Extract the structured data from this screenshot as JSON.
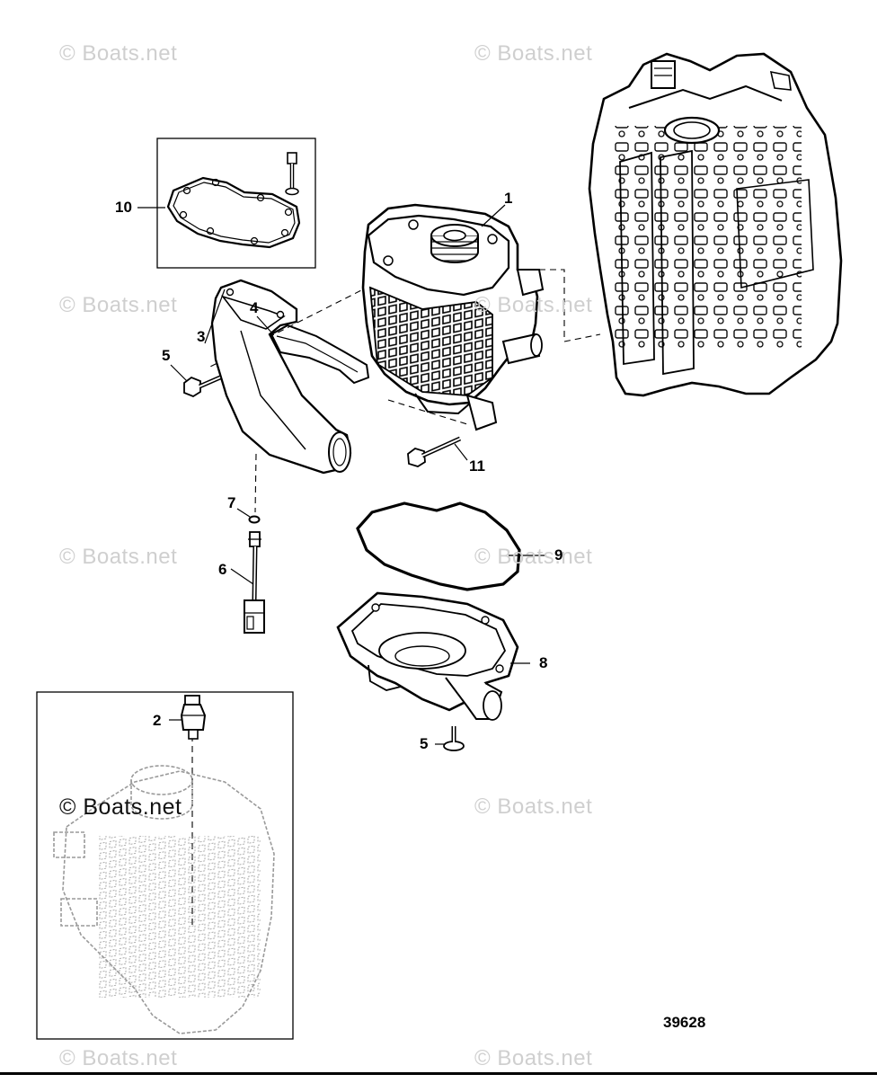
{
  "watermark": {
    "text": "© Boats.net"
  },
  "callouts": [
    "1",
    "2",
    "3",
    "4",
    "5",
    "5",
    "6",
    "7",
    "8",
    "9",
    "10",
    "11"
  ],
  "figure_number": "39628",
  "colors": {
    "line": "#000000",
    "watermark": "#cfcfcf",
    "inset_ghost": "#9a9a9a"
  }
}
